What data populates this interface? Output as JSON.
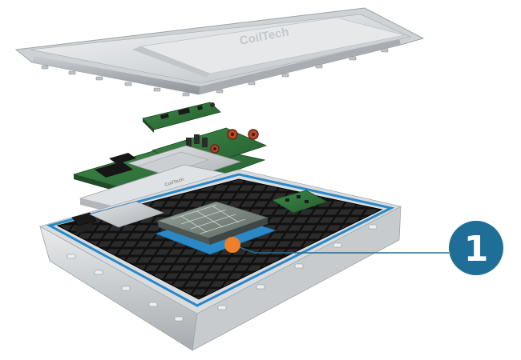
{
  "lid": {
    "brand_text": "CoilTech"
  },
  "callout": {
    "number": "1",
    "badge_color": "#1f6e97",
    "marker_color": "#ee7f2b",
    "line_color": "#1f6e97"
  },
  "board": {
    "chip_label": "CoilTech"
  },
  "colors": {
    "gasket": "#2a88c7",
    "pcb": "#2f6e3a",
    "housing": "#d9dcde",
    "grid": "#1c1c1c"
  }
}
